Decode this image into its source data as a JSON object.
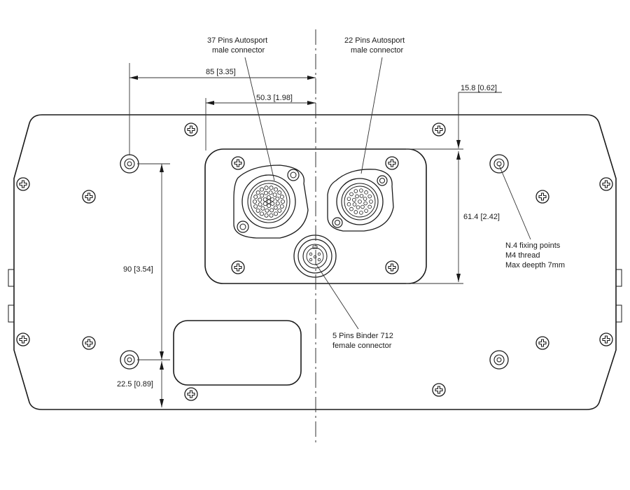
{
  "labels": {
    "conn37_line1": "37 Pins Autosport",
    "conn37_line2": "male connector",
    "conn22_line1": "22 Pins Autosport",
    "conn22_line2": "male connector",
    "binder_line1": "5 Pins Binder 712",
    "binder_line2": "female connector",
    "fix_line1": "N.4 fixing points",
    "fix_line2": "M4 thread",
    "fix_line3": "Max deepth 7mm"
  },
  "dimensions": {
    "d85": "85 [3.35]",
    "d50": "50.3 [1.98]",
    "d15": "15.8 [0.62]",
    "d61": "61.4 [2.42]",
    "d90": "90 [3.54]",
    "d22": "22.5 [0.89]"
  }
}
